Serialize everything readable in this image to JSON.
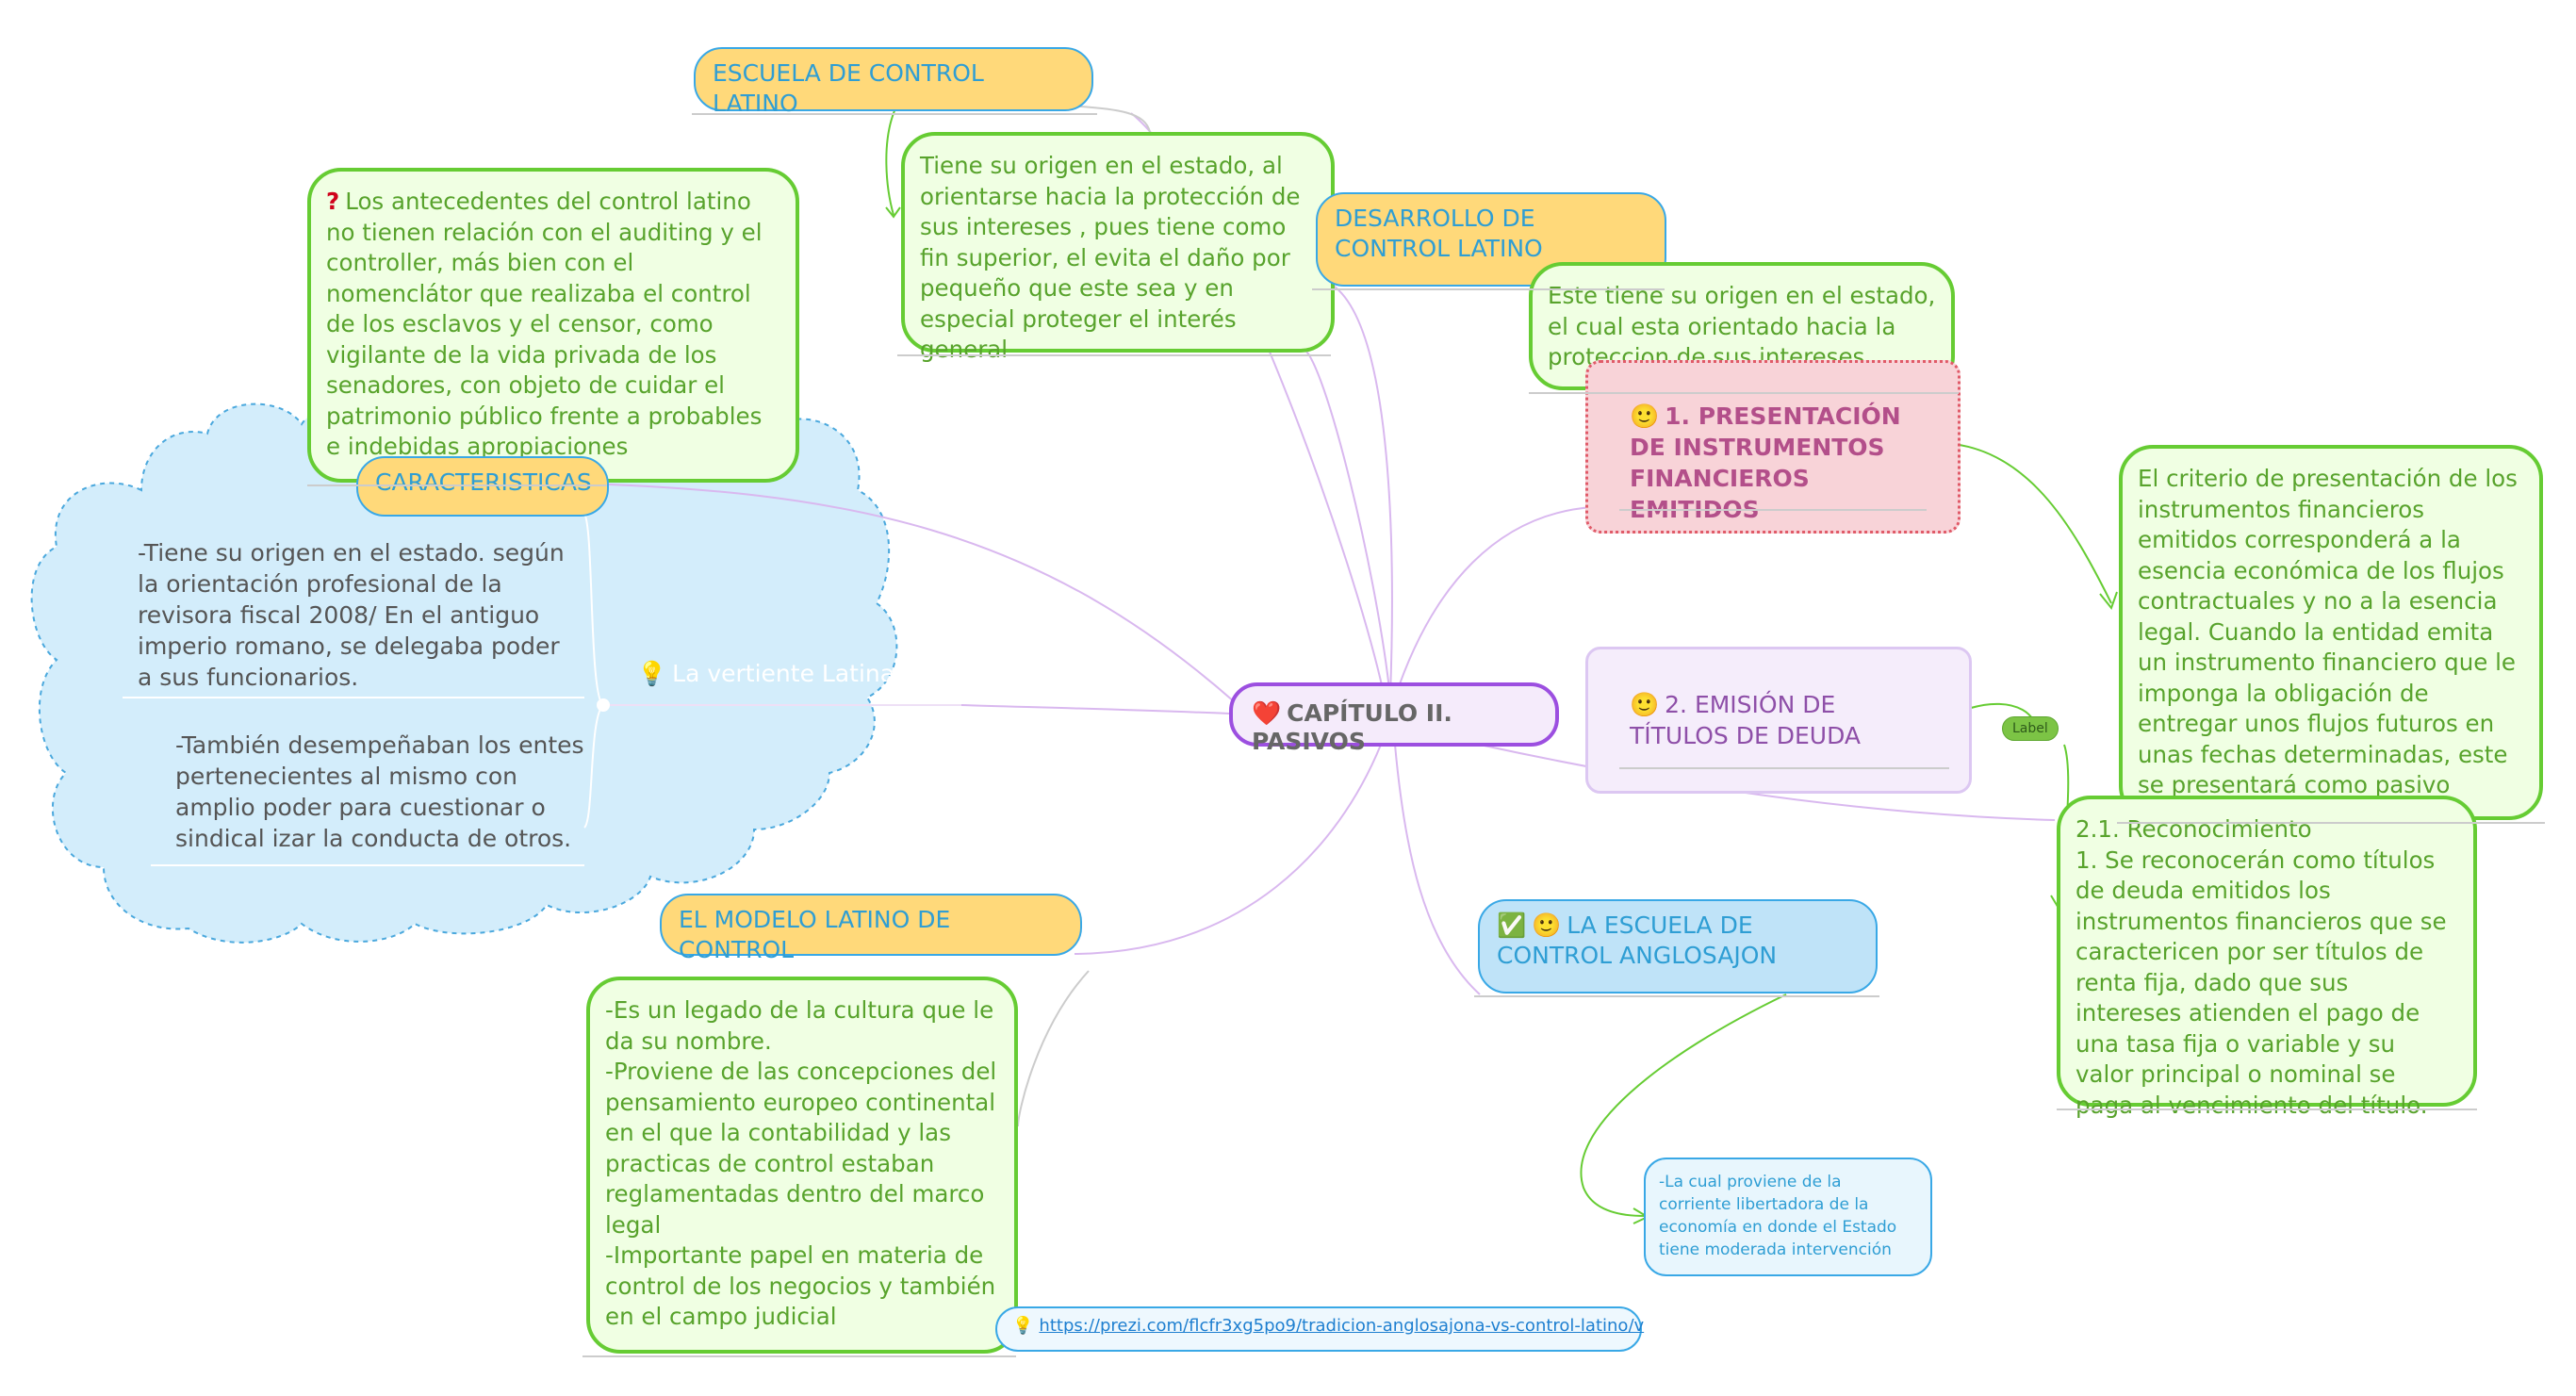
{
  "center": {
    "icon": "heart-icon",
    "icon_glyph": "❤️",
    "title": "CAPÍTULO II. PASIVOS"
  },
  "left_branch": {
    "escuela": {
      "title": "ESCUELA DE CONTROL LATINO",
      "note": "Tiene su origen en el estado, al orientarse hacia la protección de sus intereses , pues tiene como fin superior, el evita el daño por pequeño que este sea y en especial proteger el interés general"
    },
    "antecedentes": {
      "icon": "question-icon",
      "icon_glyph": "?",
      "note": "Los antecedentes del control latino no tienen relación con el auditing y el controller, más bien con el nomenclátor que realizaba el control de los esclavos y el censor, como vigilante de la vida privada de los senadores, con objeto de cuidar el patrimonio público frente a probables e indebidas apropiaciones"
    },
    "caracteristicas": {
      "title": "CARACTERISTICAS"
    },
    "vertiente": {
      "icon": "lightbulb-icon",
      "icon_glyph": "💡",
      "title": "La vertiente Latina",
      "items": [
        "-Tiene su origen en el estado. según la orientación profesional de la revisora fiscal 2008/ En el antiguo imperio romano, se delegaba poder a sus funcionarios.",
        "-También desempeñaban los entes pertenecientes al mismo con amplio poder para cuestionar o sindical izar la conducta de otros."
      ]
    },
    "modelo": {
      "title": "EL MODELO LATINO DE CONTROL",
      "note_lines": [
        "-Es un legado de la cultura que le da su nombre.",
        "-Proviene de las concepciones del pensamiento europeo continental en el que la contabilidad y las practicas de control estaban reglamentadas dentro del marco legal",
        "-Importante papel en materia de control de los negocios y también en el campo judicial"
      ]
    },
    "link": {
      "icon": "lightbulb-icon",
      "icon_glyph": "💡",
      "url": "https://prezi.com/flcfr3xg5po9/tradicion-anglosajona-vs-control-latino/v"
    }
  },
  "right_branch": {
    "desarrollo": {
      "title": "DESARROLLO DE CONTROL LATINO",
      "note": "Este tiene su origen en el estado, el cual esta orientado hacia la proteccion de sus intereses"
    },
    "presentacion": {
      "icon": "smiley-icon",
      "icon_glyph": "🙂",
      "title": "1. PRESENTACIÓN DE INSTRUMENTOS FINANCIEROS EMITIDOS",
      "note": "El criterio de presentación de los instrumentos financieros emitidos corresponderá a la esencia económica de los flujos contractuales y no a la esencia legal. Cuando la entidad emita un instrumento financiero que le imponga la obligación de entregar unos flujos futuros en unas fechas determinadas, este se presentará como pasivo financiero."
    },
    "emision": {
      "icon": "smiley-icon",
      "icon_glyph": "🙂",
      "title": "2. EMISIÓN DE TÍTULOS DE DEUDA",
      "label": "Label",
      "note_lines": [
        "2.1. Reconocimiento",
        "1. Se reconocerán como títulos de deuda emitidos los instrumentos financieros que se caractericen por ser títulos de renta fija, dado que sus intereses atienden el pago de una tasa fija o variable y su valor principal o nominal se paga al vencimiento del título."
      ]
    },
    "anglosajon": {
      "icons": [
        "check-icon",
        "smiley-icon"
      ],
      "check_glyph": "✅",
      "smile_glyph": "🙂",
      "title": "LA ESCUELA DE CONTROL ANGLOSAJON",
      "note": "-La cual proviene de la corriente libertadora de la economía en donde el Estado tiene moderada intervención"
    }
  },
  "colors": {
    "connector": "#d9b8ef",
    "green": "#66cc33",
    "cloud": "#d3edfb",
    "yellow": "#ffd97a",
    "accent": "#9c4fe0"
  }
}
